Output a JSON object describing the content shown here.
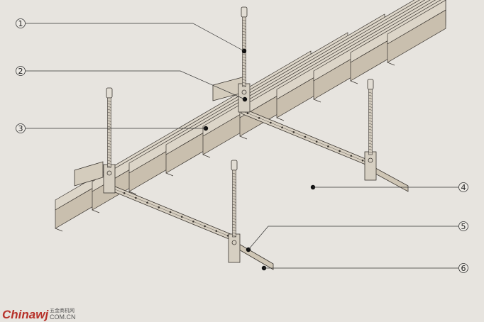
{
  "callouts": [
    {
      "number": "1"
    },
    {
      "number": "2"
    },
    {
      "number": "3"
    },
    {
      "number": "4"
    },
    {
      "number": "5"
    },
    {
      "number": "6"
    }
  ],
  "watermark": {
    "brand": "Chinawj",
    "chinese": "五金商机网",
    "domain": "COM.CN"
  },
  "colors": {
    "background": "#e7e4df",
    "panel_face": "#dcd5c8",
    "panel_shade": "#c9bfae",
    "line": "#3a3530",
    "watermark_red": "#b7312a"
  }
}
